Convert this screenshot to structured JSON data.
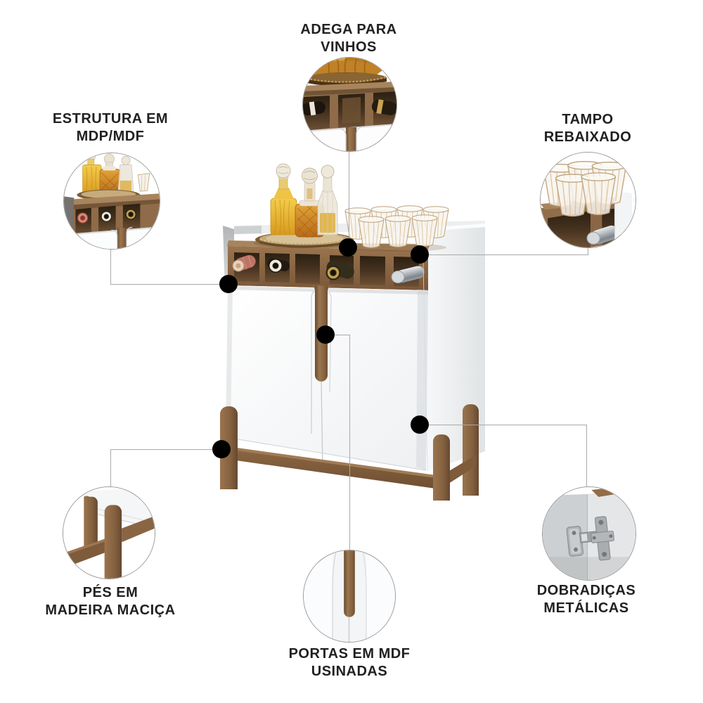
{
  "infographic": {
    "language": "pt-BR",
    "background": "#ffffff",
    "subject": "adega-bar-cabinet-annotated"
  },
  "callouts": {
    "adega": {
      "line1": "ADEGA PARA",
      "line2": "VINHOS"
    },
    "estrutura": {
      "line1": "ESTRUTURA EM",
      "line2": "MDP/MDF"
    },
    "tampo": {
      "line1": "TAMPO",
      "line2": "REBAIXADO"
    },
    "pes": {
      "line1": "PÉS EM",
      "line2": "MADEIRA MACIÇA"
    },
    "portas": {
      "line1": "PORTAS EM MDF",
      "line2": "USINADAS"
    },
    "dobradicas": {
      "line1": "DOBRADIÇAS",
      "line2": "METÁLICAS"
    }
  },
  "colors": {
    "label_text": "#212121",
    "connector_line": "#a9a9a9",
    "marker_dot": "#000000",
    "circle_border": "#9a9a9a",
    "wood": "#8f6b47",
    "wood_dark": "#6e4f33",
    "cabinet_white": "#f5f6f8",
    "amber_glass": "#e0a135",
    "hinge_metal": "#aaadaf"
  },
  "icons": {
    "marker_dot": "filled-circle-marker",
    "callout_circle": "magnified-detail-photo"
  }
}
